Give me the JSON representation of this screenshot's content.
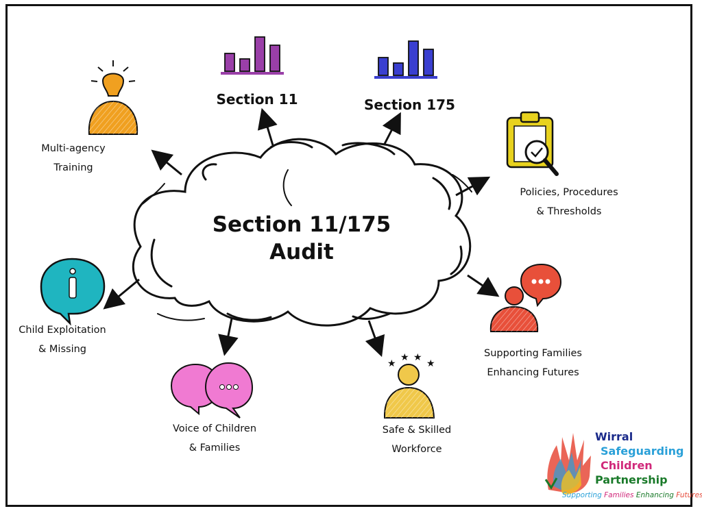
{
  "center": {
    "line1": "Section 11/175",
    "line2": "Audit"
  },
  "nodes": {
    "multi_agency": {
      "line1": "Multi-agency",
      "line2": "Training",
      "icon": "lightbulb-person-icon",
      "color": "#f0a020"
    },
    "section11": {
      "label": "Section 11",
      "icon": "bar-chart-icon",
      "color": "#9a3fa8"
    },
    "section175": {
      "label": "Section 175",
      "icon": "bar-chart-icon",
      "color": "#3a3fd0"
    },
    "policies": {
      "line1": "Policies, Procedures",
      "line2": "& Thresholds",
      "icon": "clipboard-check-icon",
      "color": "#e8d21e"
    },
    "child_exploitation": {
      "line1": "Child Exploitation",
      "line2": "& Missing",
      "icon": "info-bubble-icon",
      "color": "#1fb5c0"
    },
    "voice": {
      "line1": "Voice of Children",
      "line2": "& Families",
      "icon": "chat-bubbles-icon",
      "color": "#f07ad2"
    },
    "safe_skilled": {
      "line1": "Safe & Skilled",
      "line2": "Workforce",
      "icon": "star-person-icon",
      "color": "#f0c84a"
    },
    "supporting": {
      "line1": "Supporting Families",
      "line2": "Enhancing Futures",
      "icon": "speech-person-icon",
      "color": "#e8503a"
    }
  },
  "logo": {
    "line1": "Wirral",
    "line2": "Safeguarding",
    "line3": "Children",
    "line4": "Partnership",
    "tag1": "Supporting ",
    "tag2": "Families ",
    "tag3": "Enhancing ",
    "tag4": "Futures",
    "colors": {
      "wirral": "#1a2a8a",
      "safeguarding": "#2aa0d8",
      "children": "#d0287a",
      "partnership": "#1a7a2a"
    }
  }
}
